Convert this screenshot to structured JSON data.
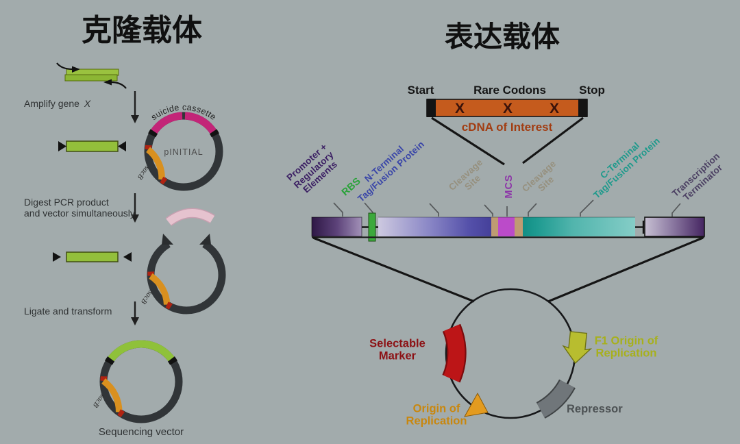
{
  "titles": {
    "cloning": "克隆载体",
    "expression": "表达载体"
  },
  "cloning_panel": {
    "amplify_label": "Amplify gene",
    "amplify_gene": "X",
    "digest_line1": "Digest PCR product",
    "digest_line2": "and vector simultaneously",
    "ligate_label": "Ligate and transform",
    "plasmid_name": "pINITIAL",
    "suicide_cassette_label": "suicide cassette",
    "sacB_label": "sacB",
    "final_vector_label": "Sequencing vector"
  },
  "expression_panel": {
    "cdna": {
      "start": "Start",
      "rare_codons": "Rare Codons",
      "stop": "Stop",
      "x1": "X",
      "x2": "X",
      "x3": "X",
      "caption": "cDNA of Interest"
    },
    "cassette": {
      "promoter": "Promoter +\nRegulatory\nElements",
      "rbs": "RBS",
      "n_terminal": "N-Terminal\nTag/Fusion Protein",
      "cleavage_site_left": "Cleavage\nSite",
      "mcs": "MCS",
      "cleavage_site_right": "Cleavage\nSite",
      "c_terminal": "C-Terminal\nTag/Fusion Protein",
      "terminator": "Transcription\nTerminator"
    },
    "plasmid": {
      "selectable_marker": "Selectable\nMarker",
      "f1_origin": "F1 Origin of\nReplication",
      "repressor": "Repressor",
      "origin_of_replication": "Origin of\nReplication"
    }
  },
  "colors": {
    "background": "#a2abac",
    "suicide_cassette_pink": "#c32578",
    "sacB_orange": "#d9901f",
    "insert_green": "#93bf3b",
    "cdna_orange": "#c55b1d",
    "cdna_caption": "#a23d12",
    "promoter_purple": "#3b1f63",
    "rbs_green": "#2aa23a",
    "n_terminal_blue": "#3a46a8",
    "cleavage_tan": "#96907e",
    "mcs_magenta": "#bb4bc9",
    "c_terminal_teal": "#1f9a8c",
    "terminator_purple": "#4c4163",
    "selectable_marker_red": "#b51517",
    "f1_green": "#b8bd2f",
    "repressor_gray": "#70767a",
    "ori_orange": "#e39b20"
  }
}
